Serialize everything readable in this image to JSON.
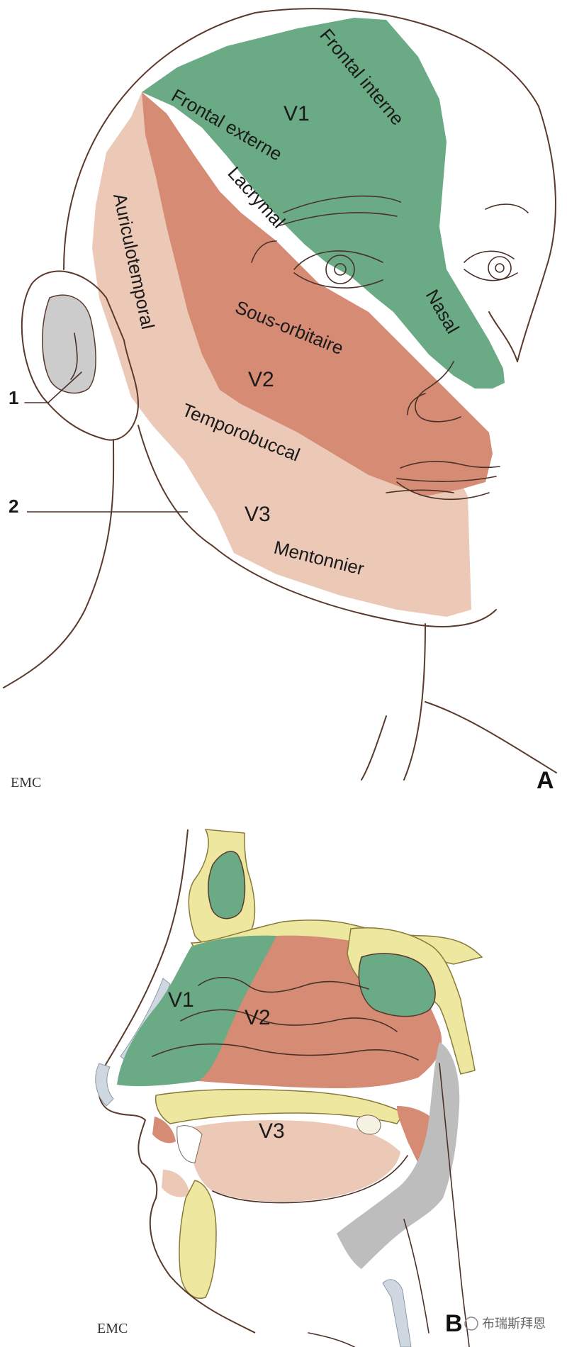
{
  "panel_a": {
    "letter": "A",
    "credit": "EMC",
    "labels": {
      "frontal_interne": "Frontal interne",
      "v1": "V1",
      "frontal_externe": "Frontal externe",
      "lacrymal": "Lacrymal",
      "auriculotemporal": "Auriculotemporal",
      "nasal": "Nasal",
      "sous_orbitaire": "Sous-orbitaire",
      "v2": "V2",
      "temporobuccal": "Temporobuccal",
      "v3": "V3",
      "mentonnier": "Mentonnier"
    },
    "callouts": {
      "one": "1",
      "two": "2"
    }
  },
  "panel_b": {
    "letter": "B",
    "credit": "EMC",
    "labels": {
      "v1": "V1",
      "v2": "V2",
      "v3": "V3"
    },
    "watermark": "布瑞斯拜恩"
  },
  "colors": {
    "v1_green": "#6aaa84",
    "v2_red": "#d58b74",
    "v3_pink": "#ecc8b6",
    "ear_grey": "#cccccc",
    "bone_yellow": "#eee7a0",
    "outline": "#5a3a2c"
  }
}
